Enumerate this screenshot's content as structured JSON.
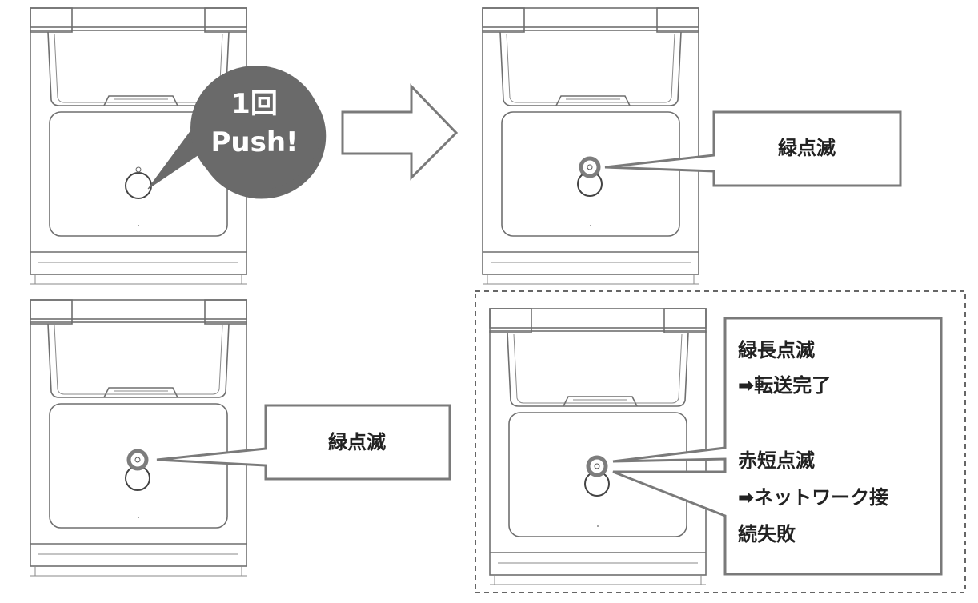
{
  "speech_bubble": {
    "line1": "1回",
    "line2": "Push!"
  },
  "callout_top": {
    "text": "緑点滅"
  },
  "callout_bottom_left": {
    "text": "緑点滅"
  },
  "callout_result": {
    "success_line1": "緑長点滅",
    "success_line2": "➡転送完了",
    "failure_line1": "赤短点滅",
    "failure_line2": "➡ネットワーク接",
    "failure_line3": "続失敗"
  },
  "colors": {
    "line": "#6f6f6f",
    "callout_border": "#7a7a7a",
    "bubble_fill": "#6a6a6a",
    "led_ring": "#7d7d7d",
    "text": "#222222"
  },
  "icons": {
    "arrow": "right-arrow-icon",
    "button": "push-button-icon"
  }
}
